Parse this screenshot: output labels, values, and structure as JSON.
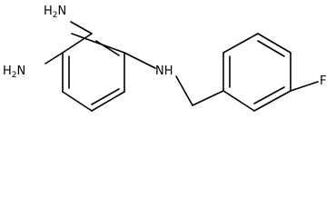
{
  "molecule": {
    "atoms": {
      "amine_top": {
        "main": "H",
        "sub": "2",
        "tail": "N"
      },
      "amine_left": {
        "main": "H",
        "sub": "2",
        "tail": "N"
      },
      "secondary_amine": "NH",
      "fluorine": "F"
    }
  }
}
